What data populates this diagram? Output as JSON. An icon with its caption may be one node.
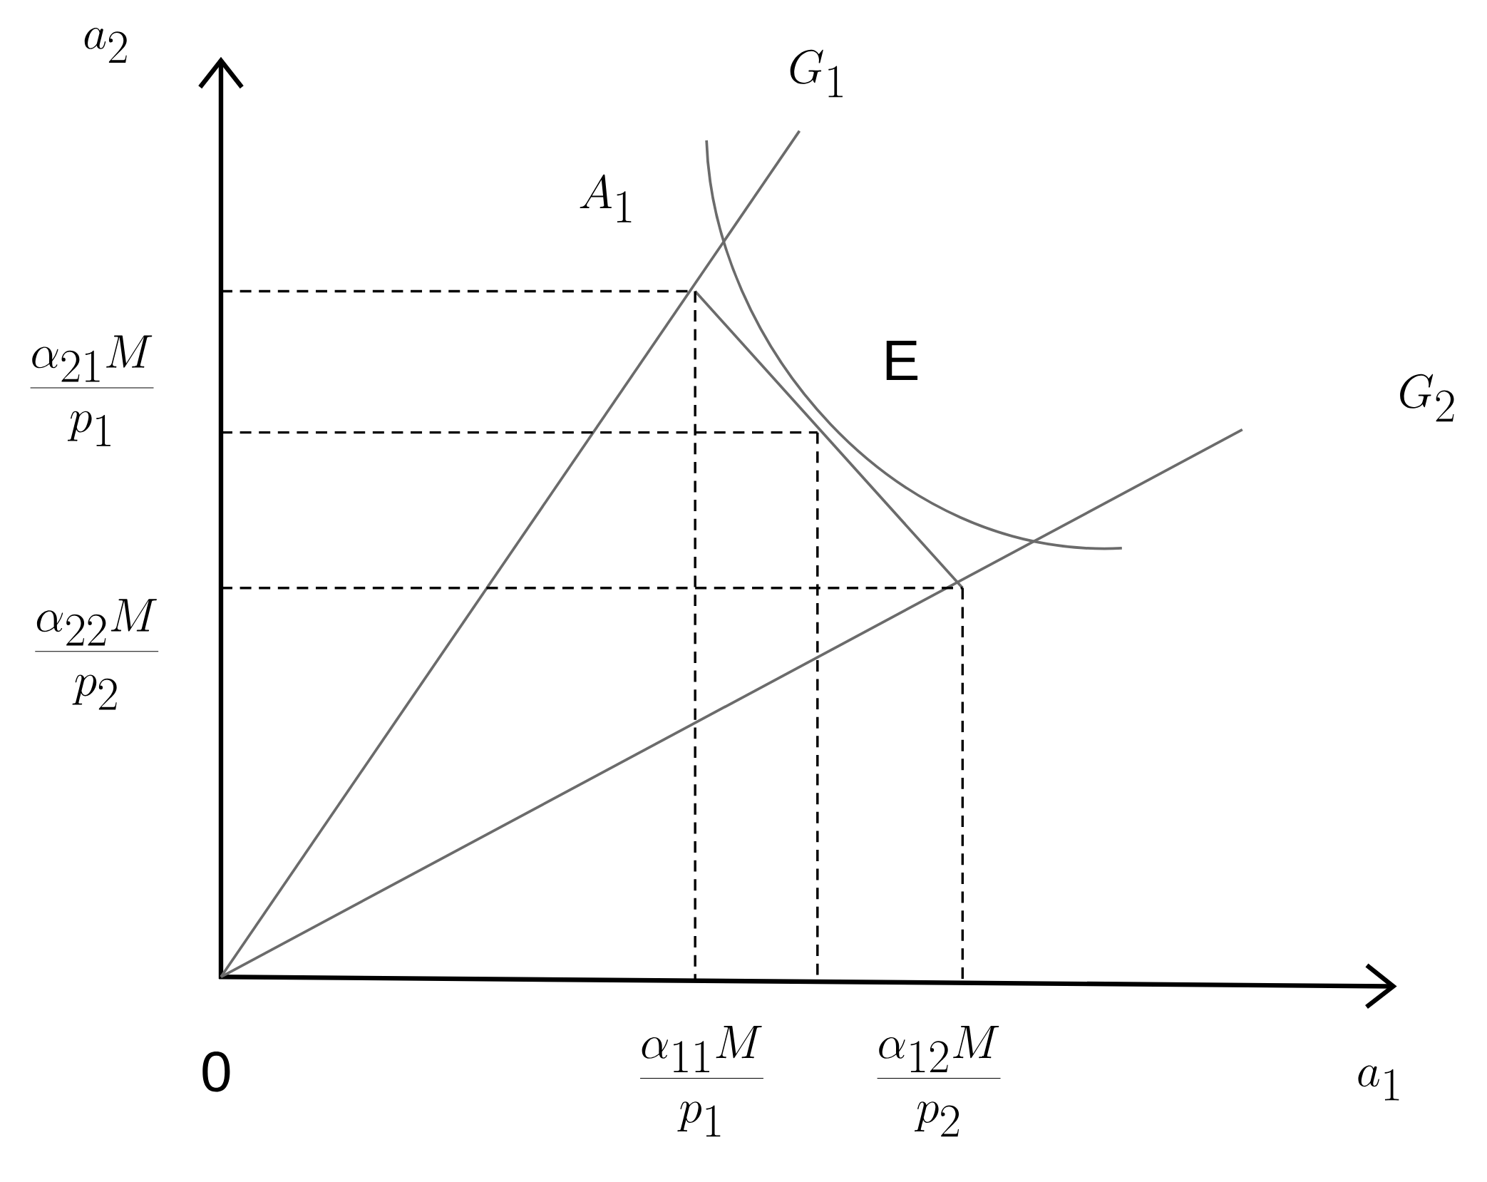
{
  "diagram": {
    "labels": [
      "a_2",
      "G_1",
      "A_1",
      "E",
      "G_2",
      "\\frac{\\alpha_{21}M}{p_1}",
      "\\frac{\\alpha_{22}M}{p_2}",
      "0",
      "\\frac{\\alpha_{11}M}{p_1}",
      "\\frac{\\alpha_{12}M}{p_2}",
      "a_1"
    ]
  }
}
